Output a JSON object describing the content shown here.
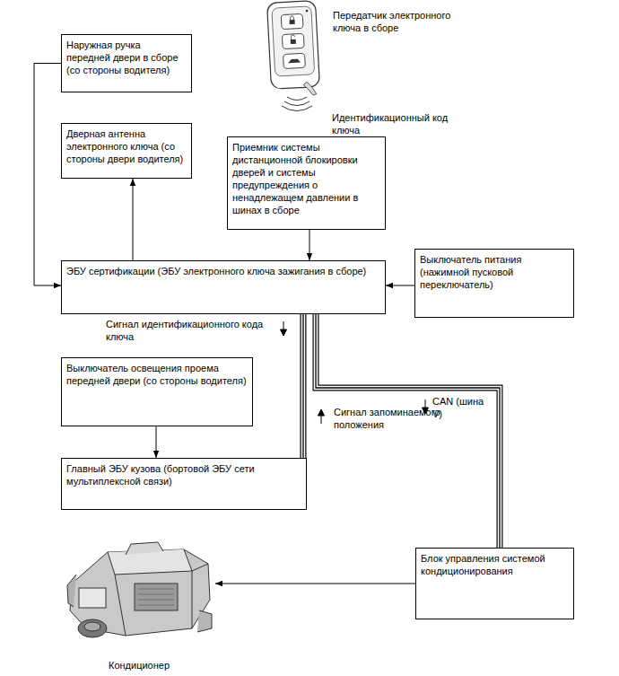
{
  "diagram": {
    "nodes": [
      {
        "text": [
          "Наружная ручка передней двери в сборе (со стороны водителя)"
        ]
      },
      {
        "text": [
          "Передатчик электронного ключа в сборе"
        ]
      },
      {
        "text": [
          "Дверная антенна электронного ключа (со стороны двери водителя)"
        ]
      },
      {
        "text": [
          "Приемник системы дистанционной блокировки дверей и системы предупреждения о ненадлежащем давлении в шинах в сборе"
        ]
      },
      {
        "text": [
          "ЭБУ сертификации (ЭБУ электронного ключа зажигания в сборе)"
        ]
      },
      {
        "text": [
          "Выключатель питания (нажимной пусковой переключатель)"
        ]
      },
      {
        "text": [
          "Выключатель освещения проема передней двери (со стороны водителя)"
        ]
      },
      {
        "text": [
          "Главный ЭБУ кузова (бортовой ЭБУ сети мультиплексной связи)"
        ]
      },
      {
        "text": [
          "Блок управления системой кондиционирования"
        ]
      },
      {
        "text": [
          "Кондиционер"
        ]
      }
    ],
    "edges": [
      {
        "from": 0,
        "to": 4,
        "arrow": "to"
      },
      {
        "from": 4,
        "to": 2,
        "arrow": "to"
      },
      {
        "from": 3,
        "to": 4,
        "arrow": "to"
      },
      {
        "from": 5,
        "to": 4,
        "arrow": "to"
      },
      {
        "from": 6,
        "to": 7,
        "arrow": "to"
      },
      {
        "from": 4,
        "to": 7,
        "arrow": "none"
      },
      {
        "from": 4,
        "to": 8,
        "arrow": "none"
      },
      {
        "from": 8,
        "to": 9,
        "arrow": "to"
      }
    ],
    "labels": [
      "Идентификационный код ключа",
      "Сигнал идентификационного кода ключа",
      "Сигнал запоминаемого положения",
      "CAN (шина V)"
    ]
  }
}
